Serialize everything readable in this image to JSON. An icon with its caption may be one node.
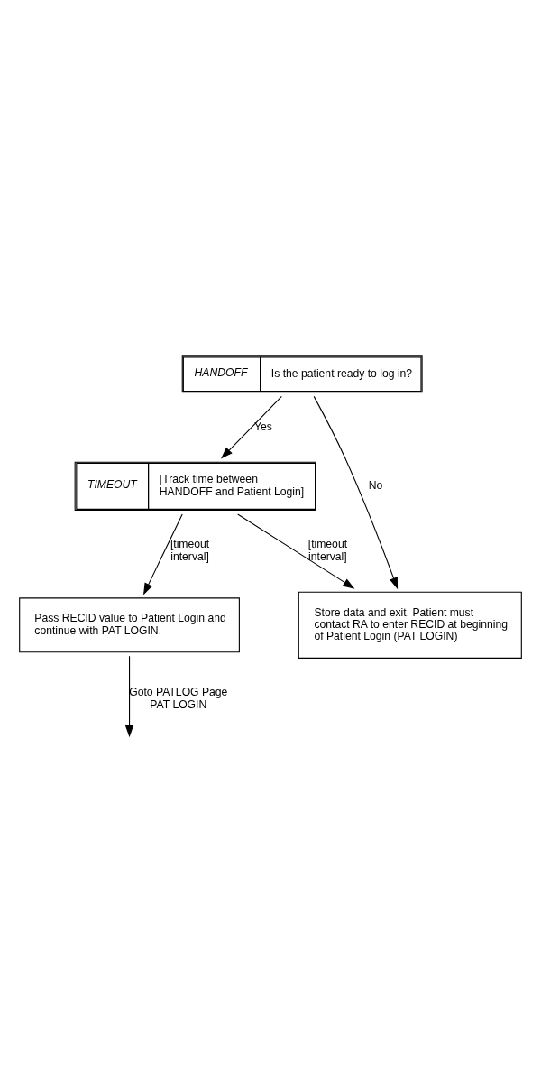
{
  "diagram": {
    "nodes": [
      {
        "text": [
          "HANDOFF",
          "Is the patient ready to log in?"
        ]
      },
      {
        "text": [
          "TIMEOUT",
          "[Track time between HANDOFF and Patient Login]"
        ]
      },
      {
        "text": [
          "Store data and exit. Patient must contact RA to enter RECID at beginning of Patient Login (PAT LOGIN)"
        ]
      },
      {
        "text": [
          "Pass RECID value to Patient Login and continue with PAT LOGIN."
        ]
      }
    ],
    "edges": [
      {
        "from": 0,
        "to": 1,
        "arrow": "to",
        "label": "Yes"
      },
      {
        "from": 0,
        "to": 2,
        "arrow": "to",
        "label": "No"
      },
      {
        "from": 1,
        "to": 2,
        "arrow": "to",
        "label": "[timeout interval]"
      },
      {
        "from": 1,
        "to": 3,
        "arrow": "to",
        "label": "[timeout interval]"
      },
      {
        "from": 3,
        "to": null,
        "arrow": "to",
        "label": "Goto PATLOG Page PAT LOGIN"
      }
    ]
  }
}
